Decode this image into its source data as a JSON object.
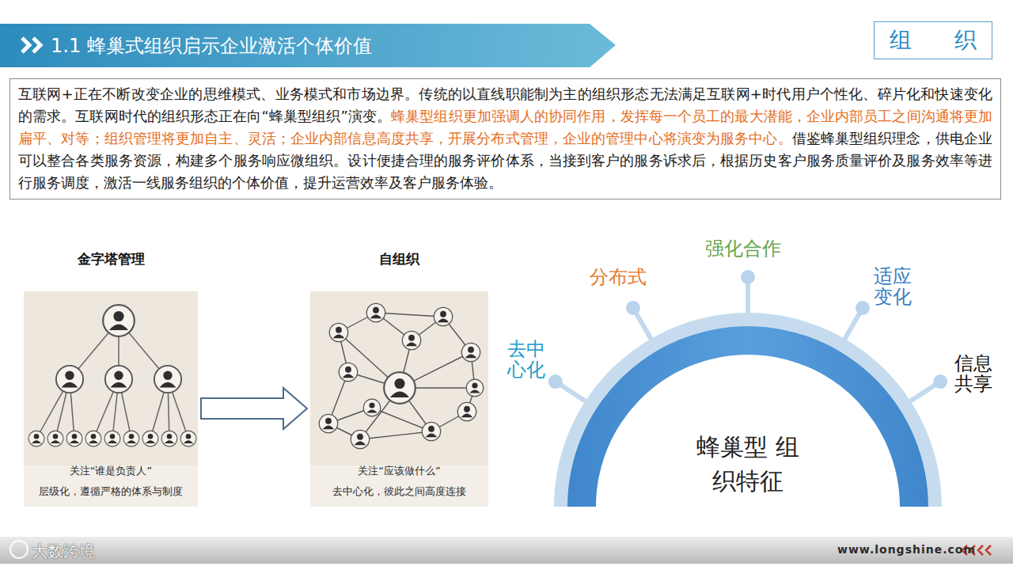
{
  "diagram": {
    "title": "1.1 蜂巢式组织启示企业激活个体价值",
    "nodes": [
      {
        "text": [
          "组 织"
        ]
      },
      {
        "text": [
          "互联网+正在不断改变企业的思维模式、业务模式和市场边界。传统的以直线职能制为主的组织形态无法满足互联网+时代用户个性化、碎片化和快速变化的需求。互联网时代的组织形态正在向“蜂巢型组织”演变。",
          "蜂巢型组织更加强调人的协同作用，发挥每一个员工的最大潜能，企业内部员工之间沟通将更加扁平、对等；组织管理将更加自主、灵活；企业内部信息高度共享，开展分布式管理，企业的管理中心将演变为服务中心。",
          "借鉴蜂巢型组织理念，供电企业可以整合各类服务资源，构建多个服务响应微组织。设计便捷合理的服务评价体系，当接到客户的服务诉求后，根据历史客户服务质量评价及服务效率等进行服务调度，激活一线服务组织的个体价值，提升运营效率及客户服务体验。"
        ]
      },
      {
        "text": [
          "金字塔管理",
          "关注“谁是负责人”",
          "层级化，遵循严格的体系与制度"
        ]
      },
      {
        "text": [
          "自组织",
          "关注“应该做什么”",
          "去中心化，彼此之间高度连接"
        ]
      },
      {
        "text": [
          "蜂巢型 组织特征"
        ]
      }
    ],
    "edges": [
      {
        "from": 2,
        "to": 3,
        "arrow": "to"
      }
    ],
    "labels": [
      "去中心化",
      "分布式",
      "强化合作",
      "适应变化",
      "信息共享",
      "大数跨境",
      "www.longshine.com"
    ]
  }
}
